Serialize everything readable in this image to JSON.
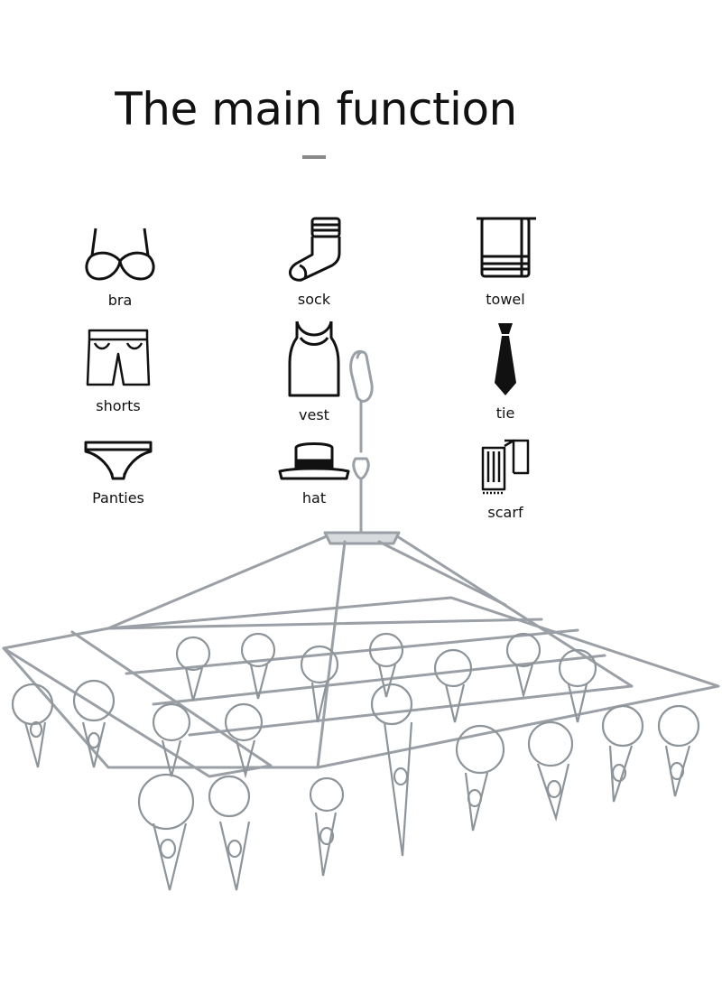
{
  "header": {
    "title": "The main function"
  },
  "colors": {
    "text": "#111111",
    "divider": "#8a8a8a",
    "metal": "#9aa0a6"
  },
  "items": [
    {
      "label": "bra",
      "icon": "bra-icon"
    },
    {
      "label": "sock",
      "icon": "sock-icon"
    },
    {
      "label": "towel",
      "icon": "towel-icon"
    },
    {
      "label": "shorts",
      "icon": "shorts-icon"
    },
    {
      "label": "vest",
      "icon": "vest-icon"
    },
    {
      "label": "tie",
      "icon": "tie-icon"
    },
    {
      "label": "Panties",
      "icon": "panties-icon"
    },
    {
      "label": "hat",
      "icon": "hat-icon"
    },
    {
      "label": "scarf",
      "icon": "scarf-icon"
    }
  ]
}
